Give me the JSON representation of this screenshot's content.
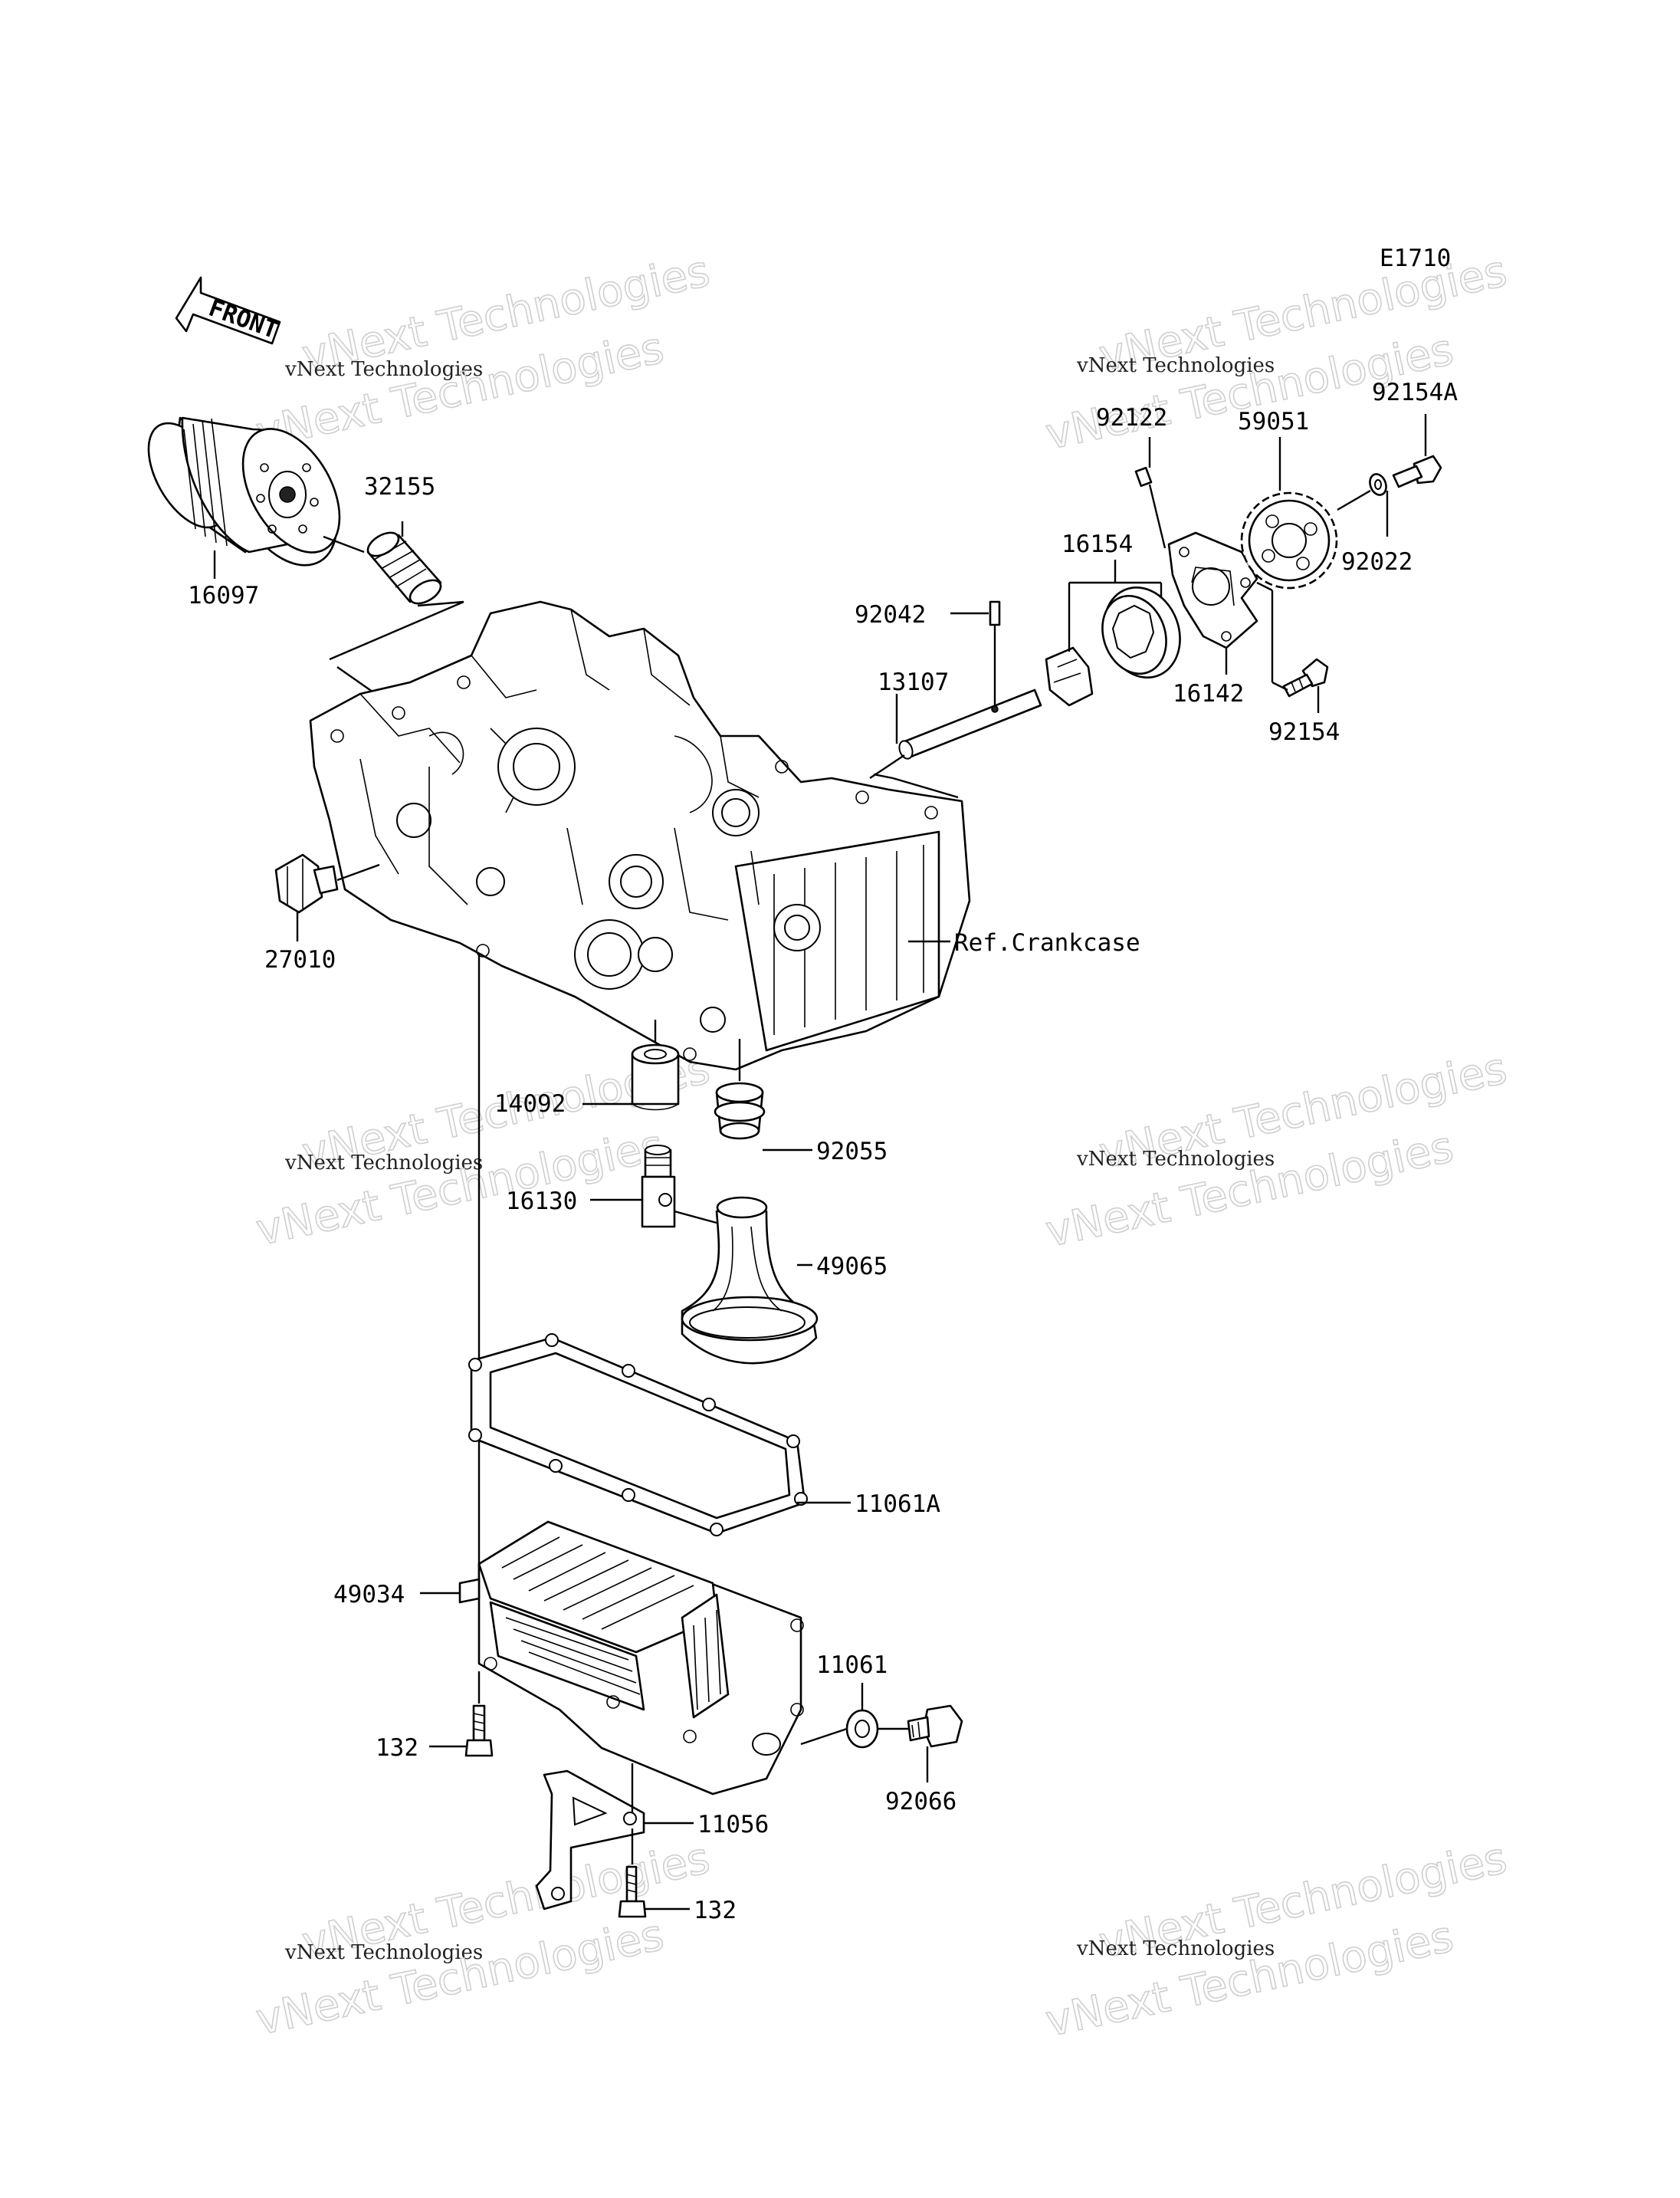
{
  "diagram_code": "E1710",
  "front_label": "FRONT",
  "reference_label": "Ref.Crankcase",
  "watermark": {
    "line1": "vNext Technologies",
    "line2": "vNext Technologies"
  },
  "parts": {
    "oil_filter": "16097",
    "filter_fitting": "32155",
    "oil_pressure_switch": "27010",
    "pump_shaft_pin": "92042",
    "pump_shaft": "13107",
    "rotor_set": "16154",
    "dowel_pin": "92122",
    "pump_cover": "16142",
    "cover_bolt": "92154",
    "pump_gear": "59051",
    "gear_washer": "92022",
    "gear_bolt": "92154A",
    "collar": "14092",
    "oil_seal_ring": "92055",
    "fitting": "16130",
    "oil_screen": "49065",
    "pan_gasket": "11061A",
    "oil_pan": "49034",
    "drain_gasket": "11061",
    "drain_plug": "92066",
    "pan_bolt": "132",
    "bracket": "11056",
    "bracket_bolt": "132"
  }
}
